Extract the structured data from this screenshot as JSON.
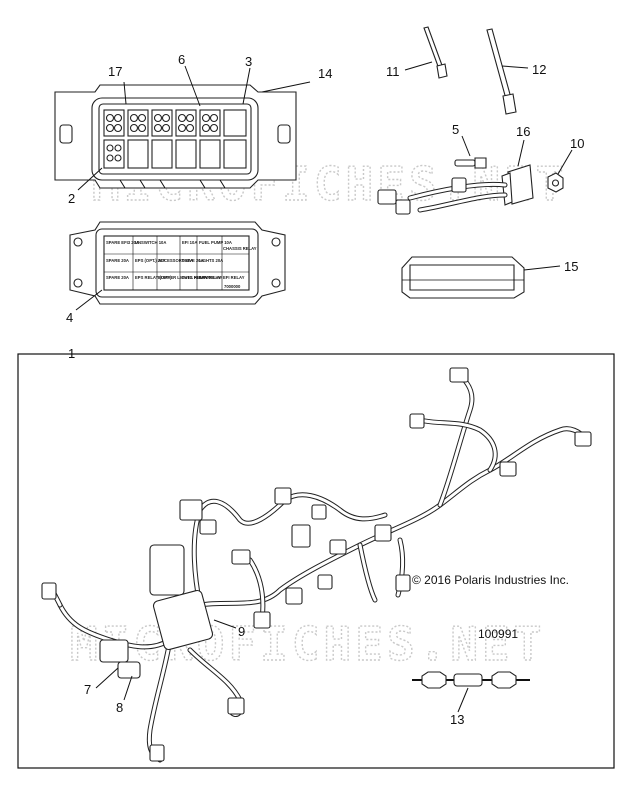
{
  "callouts": {
    "c1": "1",
    "c2": "2",
    "c3": "3",
    "c4": "4",
    "c5": "5",
    "c6": "6",
    "c7": "7",
    "c8": "8",
    "c9": "9",
    "c10": "10",
    "c11": "11",
    "c12": "12",
    "c13": "13",
    "c14": "14",
    "c15": "15",
    "c16": "16",
    "c17": "17"
  },
  "fuse_label": {
    "r1": [
      "SPARE EFI3 20A",
      "UNSWITCH 10A",
      "EFI 10A",
      "FUEL PUMP 10A",
      "CHASSIS RELAY"
    ],
    "r2": [
      "SPARE 20A",
      "EPS (OPT.) 30A",
      "ACCESSORY 20A",
      "DRIVE 20A",
      "LIGHTS 20A"
    ],
    "r3": [
      "SPARE 20A",
      "EPS RELAY (OPT.)",
      "BUMPER LIGHTS RELAY",
      "FUEL PUMP RELAY",
      "FAN RELAY",
      "EFI RELAY"
    ],
    "corner": "7000000"
  },
  "watermark": "MICROFICHES.NET",
  "copyright": "© 2016 Polaris Industries Inc.",
  "part_number": "100991"
}
